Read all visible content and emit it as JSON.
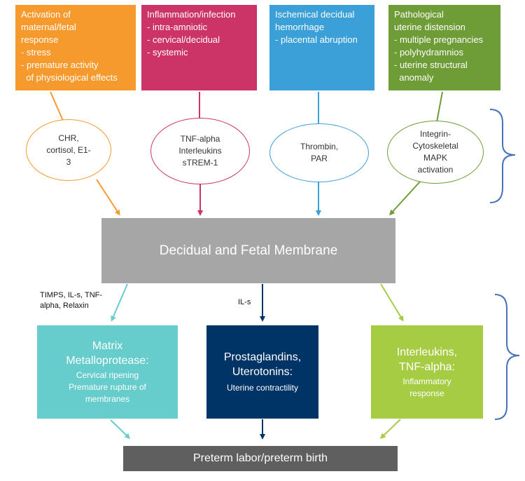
{
  "colors": {
    "orange": "#f79a2e",
    "magenta": "#cc3366",
    "blue": "#3b9fd8",
    "green": "#6e9c36",
    "bracket": "#4473b8",
    "membrane": "#a6a6a6",
    "teal": "#66cccc",
    "navy": "#003366",
    "lime": "#a6cc44",
    "dark_bar": "#5f5f5f"
  },
  "causes": [
    {
      "lines": [
        "Activation of",
        "maternal/fetal",
        "response",
        "- stress",
        "- premature activity",
        "  of physiological effects"
      ]
    },
    {
      "lines": [
        "Inflammation/infection",
        "- intra-amniotic",
        "- cervical/decidual",
        "- systemic"
      ]
    },
    {
      "lines": [
        "Ischemical decidual",
        "hemorrhage",
        "- placental abruption"
      ]
    },
    {
      "lines": [
        "Pathological",
        "uterine distension",
        "- multiple pregnancies",
        "- polyhydramnios",
        "- uterine structural",
        "  anomaly"
      ]
    }
  ],
  "mediators": [
    {
      "lines": [
        "CHR,",
        "cortisol, E1-",
        "3"
      ]
    },
    {
      "lines": [
        "TNF-alpha",
        "Interleukins",
        "sTREM-1"
      ]
    },
    {
      "lines": [
        "Thrombin,",
        "PAR"
      ]
    },
    {
      "lines": [
        "Integrin-",
        "Cytoskeletal",
        "MAPK",
        "activation"
      ]
    }
  ],
  "membrane": {
    "label": "Decidual and Fetal Membrane"
  },
  "arrow_labels": {
    "left": [
      "TIMPS, IL-s, TNF-",
      "alpha, Relaxin"
    ],
    "middle": "IL-s"
  },
  "effects": [
    {
      "title": [
        "Matrix",
        "Metalloprotease:"
      ],
      "sub": [
        "Cervical ripening",
        "Premature rupture of",
        "membranes"
      ]
    },
    {
      "title": [
        "Prostaglandins,",
        "Uterotonins:"
      ],
      "sub": [
        "Uterine contractility"
      ]
    },
    {
      "title": [
        "Interleukins,",
        "TNF-alpha:"
      ],
      "sub": [
        "Inflammatory",
        "response"
      ]
    }
  ],
  "outcome": {
    "label": "Preterm labor/preterm birth"
  }
}
